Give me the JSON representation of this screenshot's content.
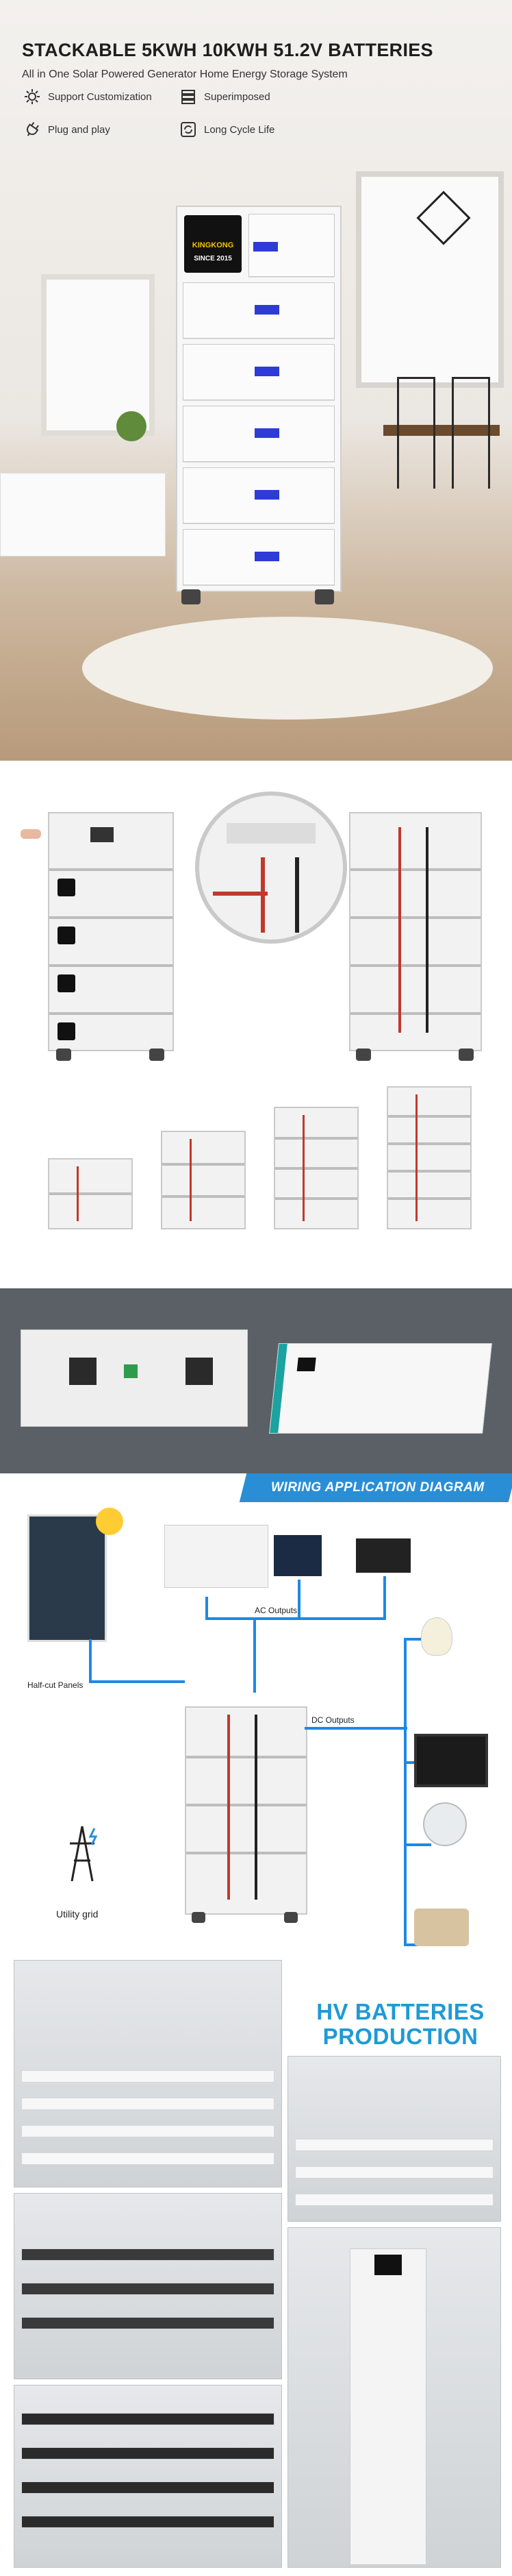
{
  "hero": {
    "title": "STACKABLE 5KWH 10KWH 51.2V BATTERIES",
    "subtitle": "All in One Solar Powered Generator Home Energy Storage System",
    "features": [
      {
        "icon": "gear-icon",
        "label": "Support Customization"
      },
      {
        "icon": "stack-icon",
        "label": "Superimposed"
      },
      {
        "icon": "plug-icon",
        "label": "Plug and play"
      },
      {
        "icon": "cycle-icon",
        "label": "Long Cycle Life"
      }
    ],
    "brand": {
      "name": "KINGKONG",
      "tagline": "SINCE 2015"
    }
  },
  "wiring": {
    "banner": "WIRING APPLICATION DIAGRAM",
    "labels": {
      "panels": "Half-cut Panels",
      "ac_outputs": "AC Outputs",
      "dc_outputs": "DC Outputs",
      "grid": "Utility grid"
    }
  },
  "production": {
    "title_line1": "HV BATTERIES",
    "title_line2": "PRODUCTION"
  },
  "colors": {
    "accent": "#2a8ed6",
    "production_title": "#1f9ad6",
    "screen": "#2e3bd6",
    "wire_red": "#c0392b"
  }
}
